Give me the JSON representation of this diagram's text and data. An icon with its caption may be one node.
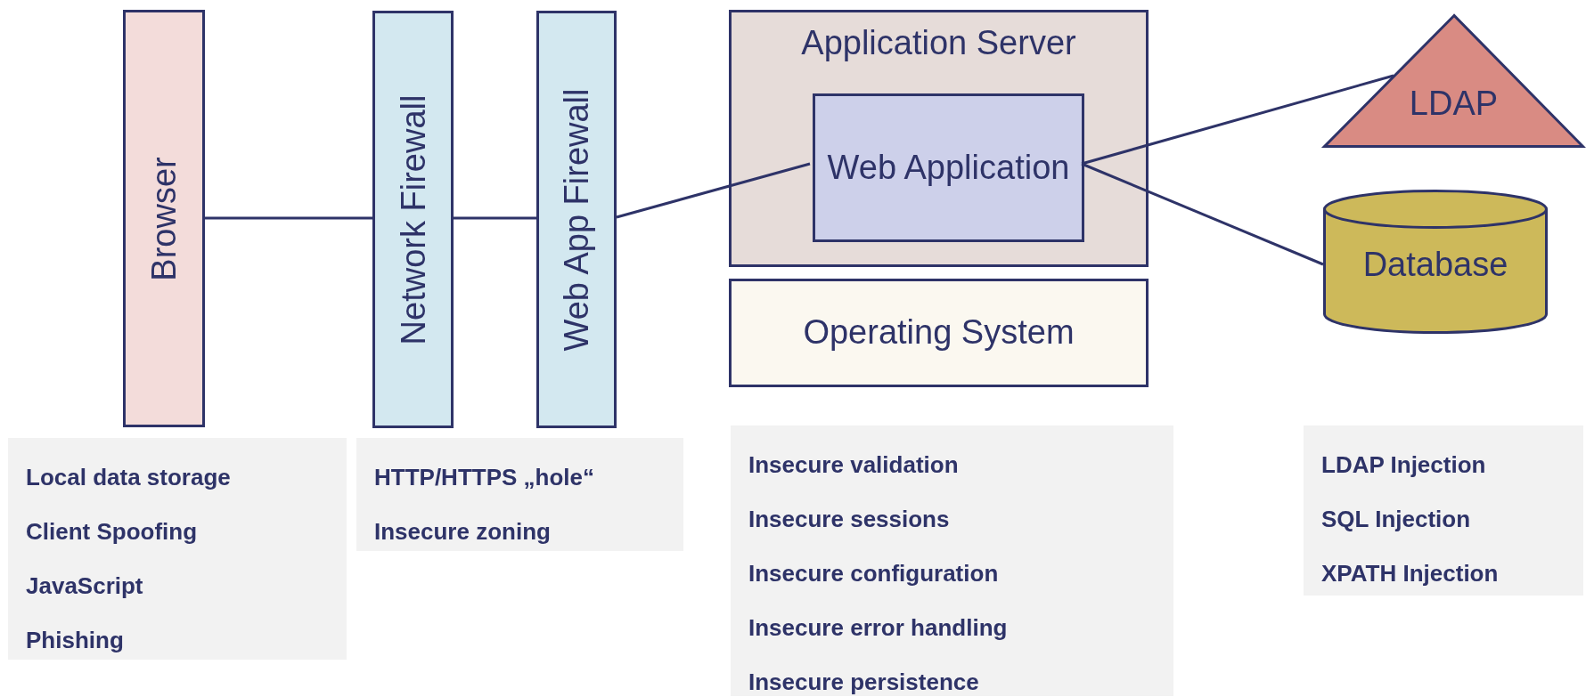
{
  "diagram": {
    "nodes": [
      {
        "text": [
          "Browser"
        ]
      },
      {
        "text": [
          "Network Firewall"
        ]
      },
      {
        "text": [
          "Web App Firewall"
        ]
      },
      {
        "text": [
          "Application Server"
        ]
      },
      {
        "text": [
          "Web Application"
        ],
        "in": 3
      },
      {
        "text": [
          "Operating System"
        ]
      },
      {
        "text": [
          "LDAP"
        ]
      },
      {
        "text": [
          "Database"
        ]
      },
      {
        "text": [
          "Local data storage",
          "Client Spoofing",
          "JavaScript",
          "Phishing"
        ]
      },
      {
        "text": [
          "HTTP/HTTPS „hole“",
          "Insecure zoning"
        ]
      },
      {
        "text": [
          "Insecure validation",
          "Insecure sessions",
          "Insecure configuration",
          "Insecure error handling",
          "Insecure persistence"
        ]
      },
      {
        "text": [
          "LDAP Injection",
          "SQL Injection",
          "XPATH Injection"
        ]
      }
    ],
    "edges": [
      {
        "from": 0,
        "to": 1,
        "arrow": "none"
      },
      {
        "from": 1,
        "to": 2,
        "arrow": "none"
      },
      {
        "from": 2,
        "to": 4,
        "arrow": "none"
      },
      {
        "from": 4,
        "to": 6,
        "arrow": "none"
      },
      {
        "from": 4,
        "to": 7,
        "arrow": "none"
      }
    ]
  }
}
